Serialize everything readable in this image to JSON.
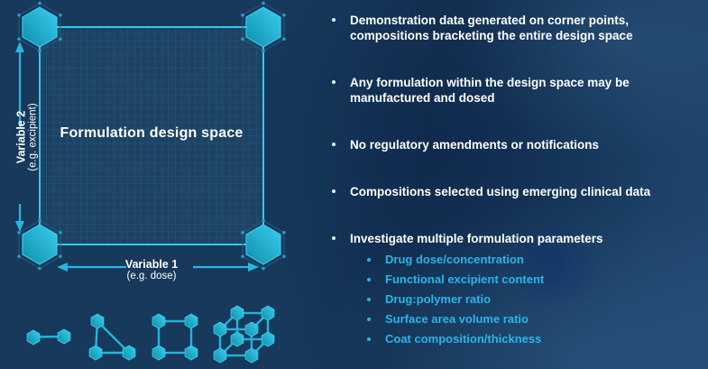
{
  "slide": {
    "diagram": {
      "title": "Formulation design space",
      "x_axis": {
        "label": "Variable 1",
        "example": "(e.g. dose)"
      },
      "y_axis": {
        "label": "Variable 2",
        "example": "(e.g. excipient)"
      },
      "corner_marker": "hexagon-node",
      "design_icons": [
        {
          "name": "two-point-line-design"
        },
        {
          "name": "three-point-triangle-design"
        },
        {
          "name": "four-point-square-design"
        },
        {
          "name": "eight-point-cube-design"
        }
      ]
    },
    "bullets": [
      {
        "text": "Demonstration data generated on corner points, compositions bracketing the entire design space"
      },
      {
        "text": "Any formulation within the design space may be manufactured and dosed"
      },
      {
        "text": "No regulatory amendments or notifications"
      },
      {
        "text": "Compositions selected using emerging clinical data"
      },
      {
        "text": "Investigate multiple formulation parameters",
        "children": [
          "Drug dose/concentration",
          "Functional excipient content",
          "Drug:polymer ratio",
          "Surface area volume ratio",
          "Coat composition/thickness"
        ]
      }
    ],
    "colors": {
      "background_navy": "#17395b",
      "accent_cyan": "#29b5e8",
      "square_border_cyan": "#35c8ef",
      "hexagon_gradient_start": "#0d8fa8",
      "hexagon_gradient_end": "#3acdf2",
      "main_text": "#ffffff"
    }
  }
}
